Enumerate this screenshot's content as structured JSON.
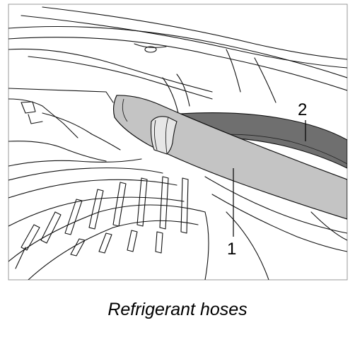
{
  "caption": "Refrigerant hoses",
  "callouts": [
    {
      "id": "1",
      "label": "1"
    },
    {
      "id": "2",
      "label": "2"
    }
  ],
  "colors": {
    "hose_1_fill": "#c4c4c4",
    "hose_2_fill": "#6f6f6f",
    "line": "#111111",
    "frame": "#999999",
    "background": "#ffffff"
  }
}
